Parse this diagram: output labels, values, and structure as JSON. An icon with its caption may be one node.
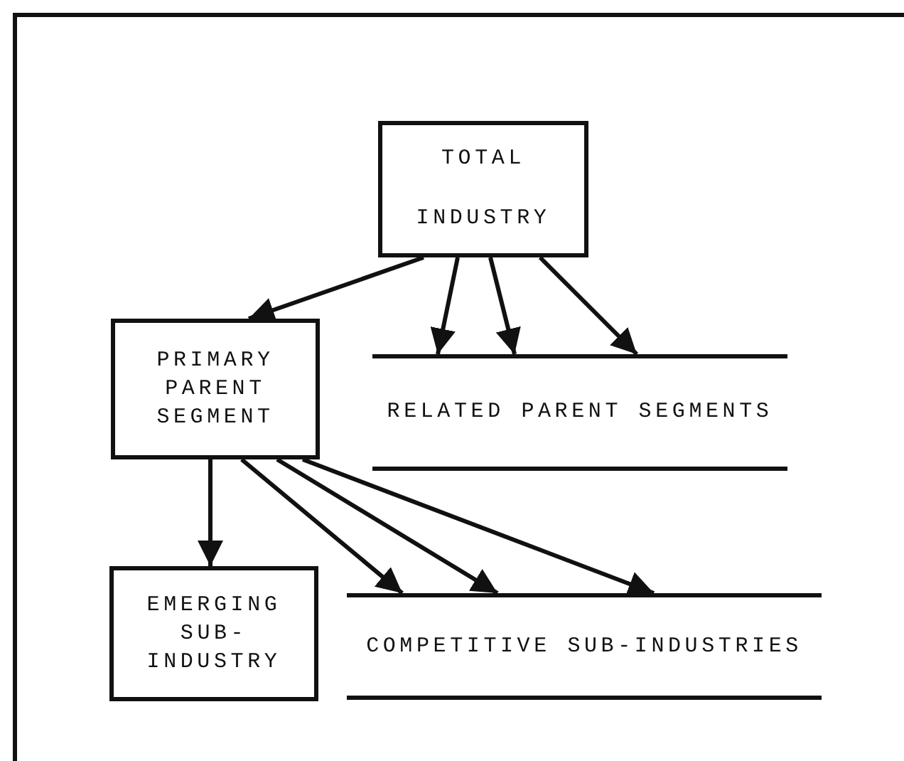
{
  "diagram": {
    "nodes": [
      {
        "text": [
          "TOTAL INDUSTRY"
        ]
      },
      {
        "text": [
          "PRIMARY PARENT SEGMENT"
        ]
      },
      {
        "text": [
          "RELATED PARENT SEGMENTS"
        ]
      },
      {
        "text": [
          "EMERGING SUB- INDUSTRY"
        ]
      },
      {
        "text": [
          "COMPETITIVE SUB-INDUSTRIES"
        ]
      }
    ],
    "edges": [
      {
        "from": 0,
        "to": 1,
        "arrow": "to"
      },
      {
        "from": 0,
        "to": 2,
        "arrow": "to"
      },
      {
        "from": 0,
        "to": 2,
        "arrow": "to"
      },
      {
        "from": 0,
        "to": 2,
        "arrow": "to"
      },
      {
        "from": 1,
        "to": 3,
        "arrow": "to"
      },
      {
        "from": 1,
        "to": 4,
        "arrow": "to"
      },
      {
        "from": 1,
        "to": 4,
        "arrow": "to"
      },
      {
        "from": 1,
        "to": 4,
        "arrow": "to"
      }
    ]
  }
}
